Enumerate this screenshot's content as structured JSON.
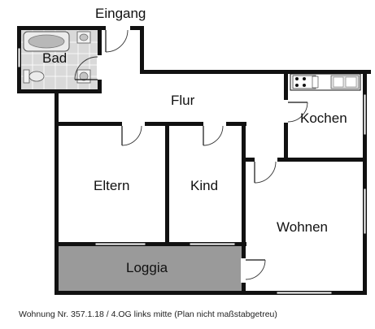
{
  "plan": {
    "entrance_label": "Eingang",
    "rooms": {
      "bad": "Bad",
      "flur": "Flur",
      "kochen": "Kochen",
      "eltern": "Eltern",
      "kind": "Kind",
      "wohnen": "Wohnen",
      "loggia": "Loggia"
    },
    "caption": "Wohnung Nr. 357.1.18 / 4.OG links mitte (Plan nicht maßstabgetreu)"
  },
  "colors": {
    "wall": "#111111",
    "bath_fill": "#d9d9d9",
    "loggia_fill": "#9a9a9a",
    "background": "#ffffff"
  }
}
